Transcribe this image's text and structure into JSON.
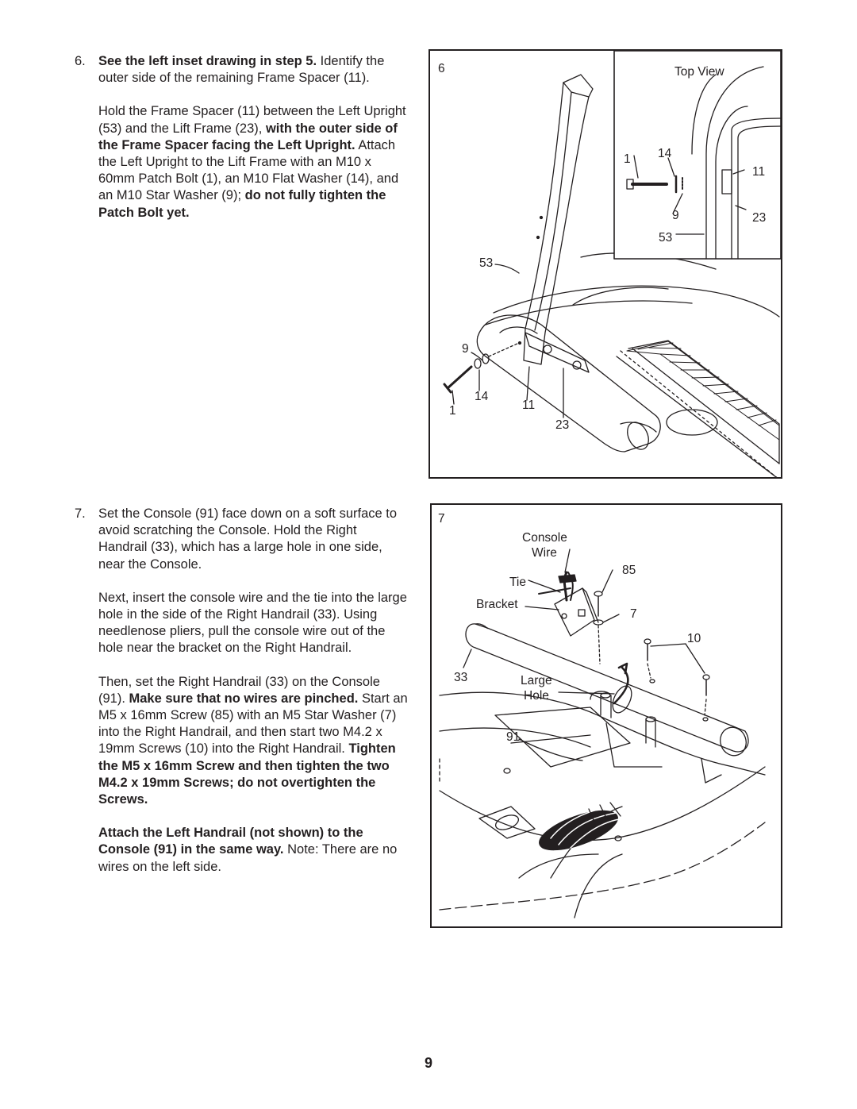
{
  "step6": {
    "number": "6.",
    "p1_bold": "See the left inset drawing in step 5.",
    "p1_text": " Identify the outer side of the remaining Frame Spacer (11).",
    "p2_text_a": "Hold the Frame Spacer (11) between the Left Upright (53) and the Lift Frame (23), ",
    "p2_bold_a": "with the outer side of the Frame Spacer facing the Left Upright.",
    "p2_text_b": " Attach the Left Upright to the Lift Frame with an M10 x 60mm Patch Bolt (1), an M10 Flat Washer (14), and an M10 Star Washer (9); ",
    "p2_bold_b": "do not fully tighten the Patch Bolt yet."
  },
  "step7": {
    "number": "7.",
    "p1_text": "Set the Console (91) face down on a soft surface to avoid scratching the Console. Hold the Right Handrail (33), which has a large hole in one side, near the Console.",
    "p2_text": "Next, insert the console wire and the tie into the large hole in the side of the Right Handrail (33). Using needlenose pliers, pull the console wire out of the hole near the bracket on the Right Handrail.",
    "p3_text_a": "Then, set the Right Handrail (33) on the Console (91). ",
    "p3_bold_a": "Make sure that no wires are pinched.",
    "p3_text_b": " Start an M5 x 16mm Screw (85) with an M5 Star Washer (7) into the Right Handrail, and then start two M4.2 x 19mm Screws (10) into the Right Handrail. ",
    "p3_bold_b": "Tighten the M5 x 16mm Screw and then tighten the two M4.2 x 19mm Screws; do not overtighten the Screws.",
    "p4_bold": "Attach the Left Handrail (not shown) to the Console (91) in the same way.",
    "p4_text": " Note: There are no wires on the left side."
  },
  "figure6": {
    "step_label": "6",
    "inset_title": "Top View",
    "inset_callouts": {
      "bolt": "1",
      "flat_washer": "14",
      "spacer": "11",
      "star_washer": "9",
      "lift_frame": "23",
      "upright": "53"
    },
    "callouts": {
      "upright": "53",
      "star_washer": "9",
      "flat_washer": "14",
      "bolt": "1",
      "spacer": "11",
      "lift_frame": "23"
    }
  },
  "figure7": {
    "step_label": "7",
    "label_console_wire_1": "Console",
    "label_console_wire_2": "Wire",
    "label_tie": "Tie",
    "label_bracket": "Bracket",
    "label_large_hole_1": "Large",
    "label_large_hole_2": "Hole",
    "callouts": {
      "screw_m5": "85",
      "star_washer": "7",
      "screws_m42": "10",
      "handrail": "33",
      "console": "91"
    }
  },
  "page_number": "9"
}
